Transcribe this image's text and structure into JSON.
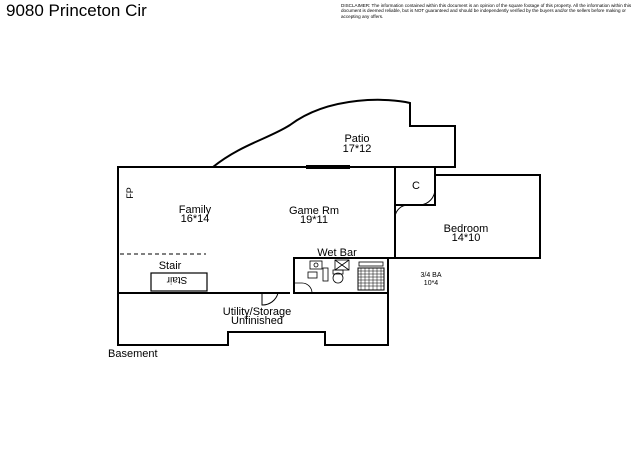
{
  "title": "9080 Princeton Cir",
  "disclaimer": "DISCLAIMER: The information contained within this document is an opinion of the square footage of this property. All the information within this document is deemed reliable, but is NOT guaranteed and should be independently verified by the buyers and/or the sellers before making or accepting any offers.",
  "floor_label": "Basement",
  "rooms": {
    "patio": {
      "name": "Patio",
      "dims": "17*12"
    },
    "family": {
      "name": "Family",
      "dims": "16*14"
    },
    "game": {
      "name": "Game Rm",
      "dims": "19*11"
    },
    "bedroom": {
      "name": "Bedroom",
      "dims": "14*10"
    },
    "closet": {
      "name": "C"
    },
    "wetbar": {
      "name": "Wet Bar"
    },
    "stair_upper": {
      "name": "Stair"
    },
    "stair_lower": {
      "name": "Stair"
    },
    "bath": {
      "name": "3/4 BA",
      "dims": "10*4"
    },
    "utility": {
      "name": "Utility/Storage",
      "sub": "Unfinished"
    }
  },
  "fireplace_label": "FP"
}
